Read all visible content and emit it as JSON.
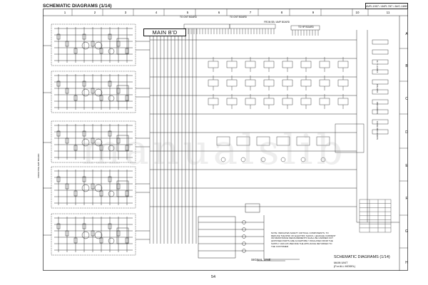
{
  "header": {
    "title": "SCHEMATIC DIAGRAMS (1/14)",
    "models": "AVR-1907 / AVR-787 / AVC-1890"
  },
  "grid": {
    "columns": [
      "1",
      "2",
      "3",
      "4",
      "5",
      "6",
      "7",
      "8",
      "9",
      "10",
      "11"
    ],
    "rows": [
      "A",
      "B",
      "C",
      "D",
      "E",
      "F",
      "G",
      "H"
    ]
  },
  "board": {
    "main_label": "MAIN B'D",
    "connectors": [
      "TO CNT BOARD",
      "TO CNT BOARD",
      "FROM SB / AMP BOARD",
      "TO HP BOARD"
    ],
    "side_label": "FROM PRE AMP BOARD",
    "right_labels": [
      "FRONT L / R",
      "CENTER",
      "SURROUND",
      "SURROUND BACK"
    ]
  },
  "note": {
    "text": "NOTE: INDICATES SAFETY CRITICAL COMPONENTS. TO REDUCE THE RISK OF ELECTRIC SHOCK, LEAKAGE CURRENT OR RESISTANCE MEASUREMENTS SHALL BE CARRIED OUT (EXPOSED PARTS ARE ACCEPTABLY INSULATED FROM THE SUPPLY CIRCUIT) BEFORE THE APPLIANCE RETURNED TO THE CUSTOMER."
  },
  "legend": {
    "signal_line": "SIGNAL LINE"
  },
  "caption": {
    "title": "SCHEMATIC DIAGRAMS (1/14)",
    "unit": "MAIN UNIT",
    "models": "(For ALL MODEL)"
  },
  "page_number": "54",
  "watermark": "manualslib",
  "colors": {
    "ink": "#111111",
    "paper": "#ffffff",
    "watermark": "#969696"
  }
}
